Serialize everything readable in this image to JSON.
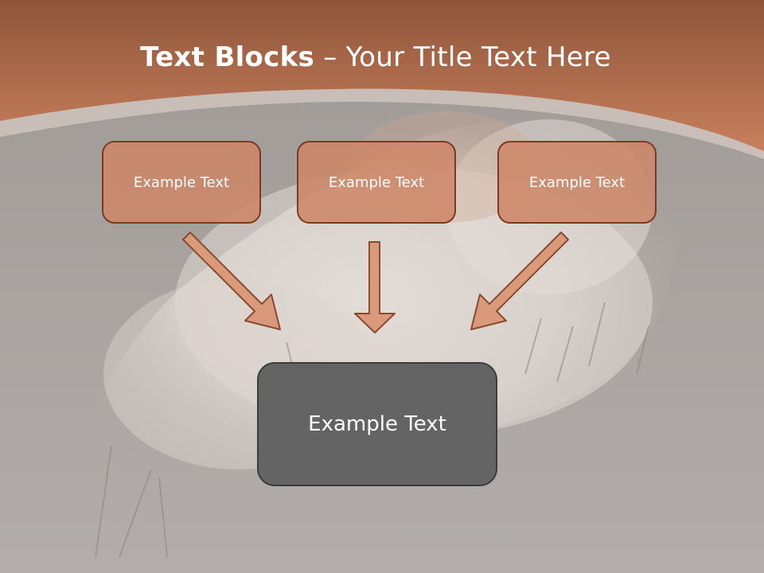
{
  "slide": {
    "title_bold": "Text Blocks",
    "title_dash": " – ",
    "title_rest": "Your Title Text Here"
  },
  "blocks": {
    "top": [
      {
        "label": "Example Text"
      },
      {
        "label": "Example Text"
      },
      {
        "label": "Example Text"
      }
    ],
    "main": {
      "label": "Example Text"
    }
  },
  "colors": {
    "header_brown": "#b56a47",
    "box_fill": "#cd8769",
    "box_border": "#7a3b22",
    "main_box_fill": "#646464",
    "arrow_fill": "#d99a7c",
    "arrow_stroke": "#8a4a30"
  }
}
